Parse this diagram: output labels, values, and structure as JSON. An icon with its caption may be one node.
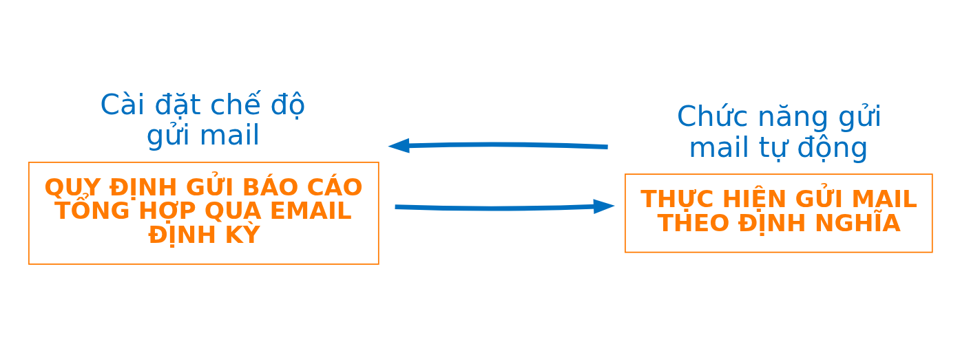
{
  "diagram": {
    "nodes": [
      {
        "text": [
          "Cài đặt chế độ gửi mail",
          "QUY ĐỊNH GỬI BÁO CÁO TỔNG HỢP QUA EMAIL ĐỊNH KỲ"
        ]
      },
      {
        "text": [
          "Chức năng gửi mail tự động",
          "THỰC HIỆN GỬI MAIL THEO ĐỊNH NGHĨA"
        ]
      }
    ],
    "edges": [
      {
        "from": 0,
        "to": 1,
        "arrow": "to"
      },
      {
        "from": 1,
        "to": 0,
        "arrow": "to"
      }
    ]
  }
}
